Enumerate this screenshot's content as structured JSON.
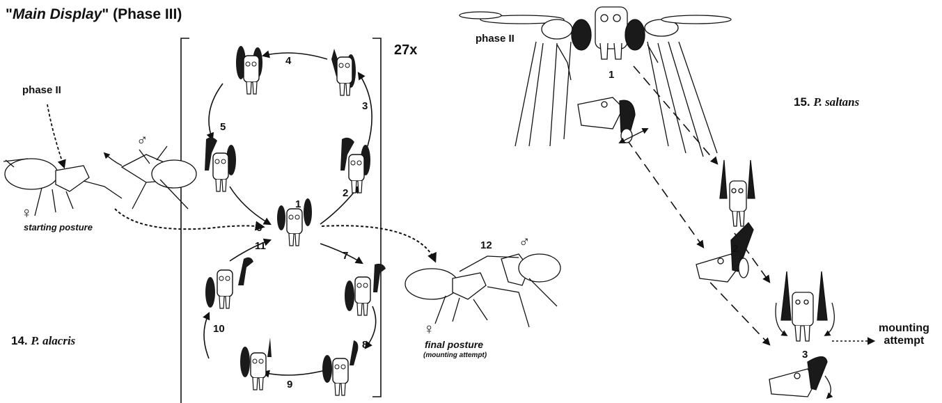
{
  "figure": {
    "title_prefix": "\"",
    "title_main": "Main Display",
    "title_suffix": "\" (Phase III)",
    "repeat_count": "27x",
    "phase_left": "phase II",
    "phase_right": "phase II",
    "female_symbol": "♀",
    "male_symbol": "♂",
    "starting_posture": "starting posture",
    "final_posture": "final posture",
    "mounting_attempt_note": "(mounting attempt)",
    "mounting_text_1": "mounting",
    "mounting_text_2": "attempt"
  },
  "panel_14": {
    "number": "14.",
    "species": "P. alacris",
    "cycle_steps": [
      "1",
      "2",
      "3",
      "4",
      "5",
      "6",
      "7",
      "8",
      "9",
      "10",
      "11",
      "12"
    ]
  },
  "panel_15": {
    "number": "15.",
    "species": "P. saltans",
    "steps": [
      "1",
      "2",
      "3"
    ]
  },
  "colors": {
    "ink": "#111111",
    "fill_dark": "#1a1a1a",
    "paper": "#ffffff"
  }
}
